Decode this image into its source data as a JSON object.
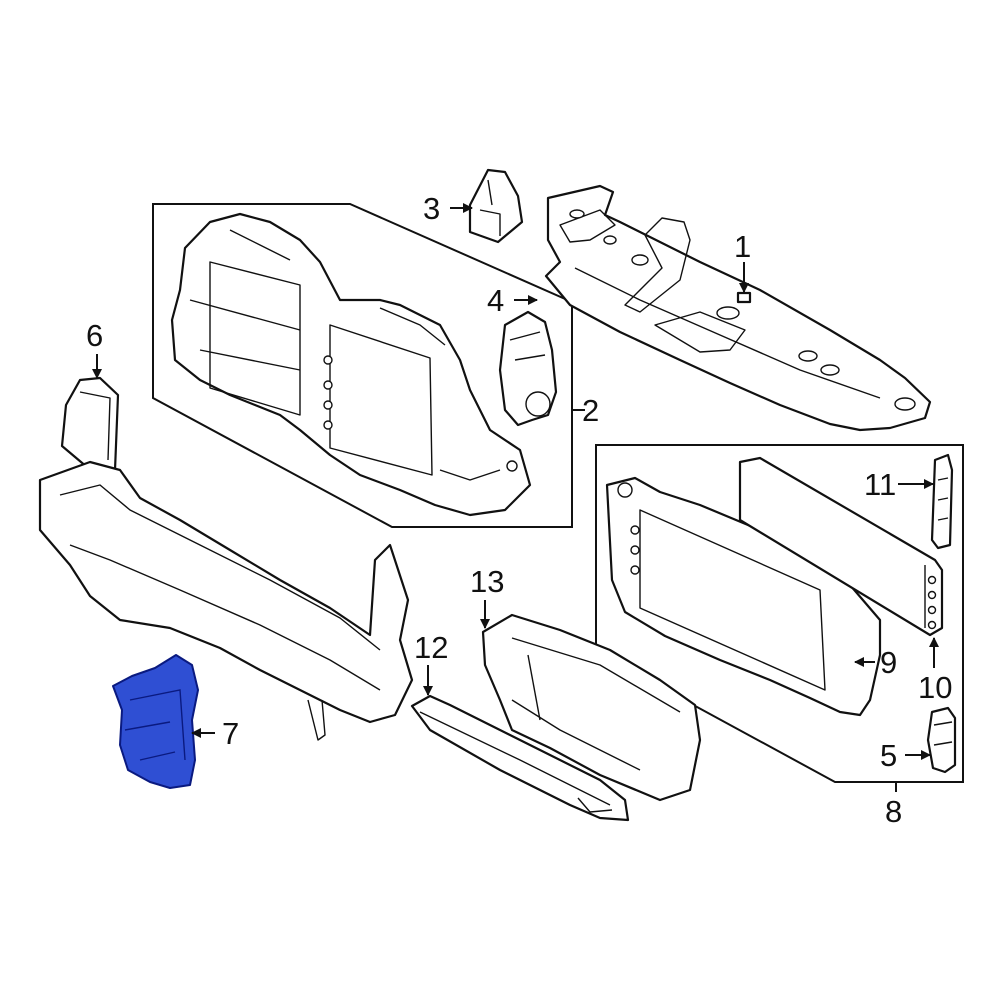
{
  "callouts": [
    {
      "id": "1",
      "text": "1"
    },
    {
      "id": "2",
      "text": "2"
    },
    {
      "id": "3",
      "text": "3"
    },
    {
      "id": "4",
      "text": "4"
    },
    {
      "id": "5",
      "text": "5"
    },
    {
      "id": "6",
      "text": "6"
    },
    {
      "id": "7",
      "text": "7"
    },
    {
      "id": "8",
      "text": "8"
    },
    {
      "id": "9",
      "text": "9"
    },
    {
      "id": "10",
      "text": "10"
    },
    {
      "id": "11",
      "text": "11"
    },
    {
      "id": "12",
      "text": "12"
    },
    {
      "id": "13",
      "text": "13"
    }
  ],
  "highlighted_part": "7",
  "colors": {
    "highlight_fill": "#2f4fd3",
    "highlight_stroke": "#0a1a80",
    "line": "#111111",
    "background": "#ffffff"
  }
}
